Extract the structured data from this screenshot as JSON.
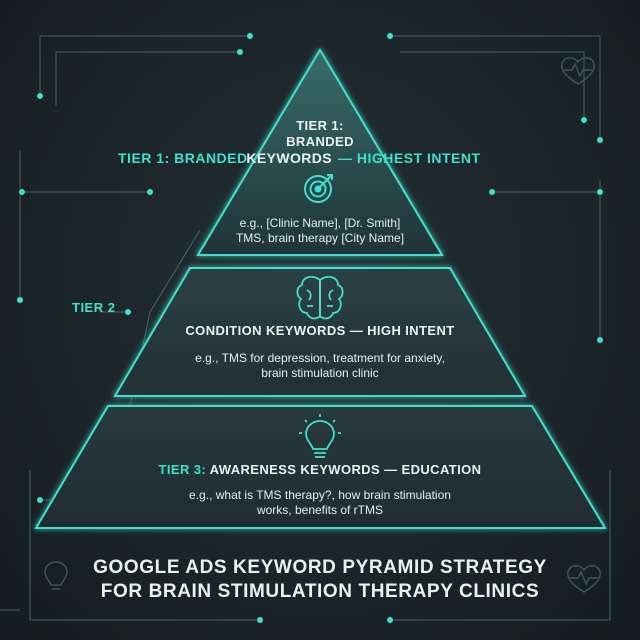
{
  "side_labels": {
    "tier1": "TIER 1: BRANDED",
    "tier1_right": "— HIGHEST INTENT",
    "tier2": "TIER 2"
  },
  "tiers": [
    {
      "title_line1": "TIER 1:",
      "title_line2": "BRANDED",
      "title_line3": "KEYWORDS",
      "icon": "target-icon",
      "description_line1": "e.g., [Clinic Name], [Dr. Smith]",
      "description_line2": "TMS, brain therapy [City Name]"
    },
    {
      "title": "CONDITION KEYWORDS — HIGH INTENT",
      "icon": "brain-icon",
      "description_line1": "e.g., TMS for depression, treatment for anxiety,",
      "description_line2": "brain stimulation clinic"
    },
    {
      "title_prefix": "TIER 3:",
      "title": "AWARENESS KEYWORDS — EDUCATION",
      "icon": "lightbulb-icon",
      "description_line1": "e.g., what is TMS therapy?, how brain stimulation",
      "description_line2": "works, benefits of rTMS"
    }
  ],
  "footer": {
    "line1": "GOOGLE ADS KEYWORD PYRAMID STRATEGY",
    "line2": "FOR BRAIN STIMULATION THERAPY CLINICS"
  },
  "colors": {
    "accent": "#3fe0cf",
    "background": "#1b2427",
    "text": "#e8f3f2"
  }
}
